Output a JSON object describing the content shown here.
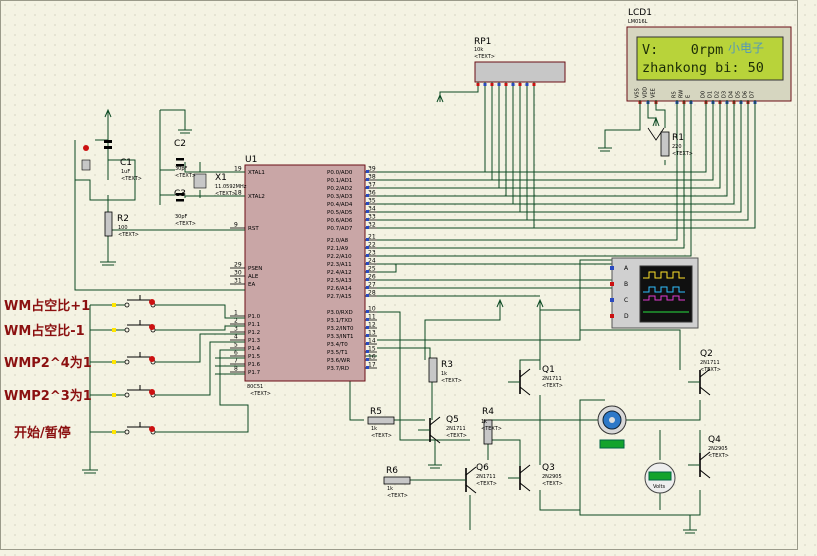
{
  "mcu": {
    "ref": "U1",
    "part": "80C51",
    "left_pins": [
      {
        "no": "19",
        "name": "XTAL1"
      },
      {
        "no": "18",
        "name": "XTAL2"
      },
      {
        "no": "9",
        "name": "RST"
      },
      {
        "no": "29",
        "name": "PSEN"
      },
      {
        "no": "30",
        "name": "ALE"
      },
      {
        "no": "31",
        "name": "EA"
      },
      {
        "no": "1",
        "name": "P1.0"
      },
      {
        "no": "2",
        "name": "P1.1"
      },
      {
        "no": "3",
        "name": "P1.2"
      },
      {
        "no": "4",
        "name": "P1.3"
      },
      {
        "no": "5",
        "name": "P1.4"
      },
      {
        "no": "6",
        "name": "P1.5"
      },
      {
        "no": "7",
        "name": "P1.6"
      },
      {
        "no": "8",
        "name": "P1.7"
      }
    ],
    "right_pins": [
      {
        "no": "39",
        "name": "P0.0/AD0"
      },
      {
        "no": "38",
        "name": "P0.1/AD1"
      },
      {
        "no": "37",
        "name": "P0.2/AD2"
      },
      {
        "no": "36",
        "name": "P0.3/AD3"
      },
      {
        "no": "35",
        "name": "P0.4/AD4"
      },
      {
        "no": "34",
        "name": "P0.5/AD5"
      },
      {
        "no": "33",
        "name": "P0.6/AD6"
      },
      {
        "no": "32",
        "name": "P0.7/AD7"
      },
      {
        "no": "21",
        "name": "P2.0/A8"
      },
      {
        "no": "22",
        "name": "P2.1/A9"
      },
      {
        "no": "23",
        "name": "P2.2/A10"
      },
      {
        "no": "24",
        "name": "P2.3/A11"
      },
      {
        "no": "25",
        "name": "P2.4/A12"
      },
      {
        "no": "26",
        "name": "P2.5/A13"
      },
      {
        "no": "27",
        "name": "P2.6/A14"
      },
      {
        "no": "28",
        "name": "P2.7/A15"
      },
      {
        "no": "10",
        "name": "P3.0/RXD"
      },
      {
        "no": "11",
        "name": "P3.1/TXD"
      },
      {
        "no": "12",
        "name": "P3.2/INT0"
      },
      {
        "no": "13",
        "name": "P3.3/INT1"
      },
      {
        "no": "14",
        "name": "P3.4/T0"
      },
      {
        "no": "15",
        "name": "P3.5/T1"
      },
      {
        "no": "16",
        "name": "P3.6/WR"
      },
      {
        "no": "17",
        "name": "P3.7/RD"
      }
    ]
  },
  "lcd": {
    "ref": "LCD1",
    "part": "LM016L",
    "line1": "V:    0rpm",
    "line2": "zhankong bi: 50",
    "watermark": "小电子",
    "pins": [
      "VSS",
      "VDD",
      "VEE",
      "RS",
      "RW",
      "E",
      "D0",
      "D1",
      "D2",
      "D3",
      "D4",
      "D5",
      "D6",
      "D7"
    ]
  },
  "rp1": {
    "ref": "RP1",
    "value": "10k",
    "text": "<TEXT>"
  },
  "components": [
    {
      "ref": "C1",
      "value": "1uF"
    },
    {
      "ref": "C2",
      "value": "30pF"
    },
    {
      "ref": "C3",
      "value": "30pF"
    },
    {
      "ref": "X1",
      "value": "11.0592MHz"
    },
    {
      "ref": "R1",
      "value": "220"
    },
    {
      "ref": "R2",
      "value": "100"
    },
    {
      "ref": "R3",
      "value": "1k"
    },
    {
      "ref": "R4",
      "value": "1k"
    },
    {
      "ref": "R5",
      "value": "1k"
    },
    {
      "ref": "R6",
      "value": "1k"
    },
    {
      "ref": "Q1",
      "value": "2N1711"
    },
    {
      "ref": "Q2",
      "value": "2N1711"
    },
    {
      "ref": "Q3",
      "value": "2N2905"
    },
    {
      "ref": "Q4",
      "value": "2N2905"
    },
    {
      "ref": "Q5",
      "value": "2N1711"
    },
    {
      "ref": "Q6",
      "value": "2N1711"
    }
  ],
  "text_tag": "<TEXT>",
  "scope_channels": [
    "A",
    "B",
    "C",
    "D"
  ],
  "meter_label": "Volts",
  "buttons": [
    {
      "label": "WM占空比+1"
    },
    {
      "label": "WM占空比-1"
    },
    {
      "label": "WMP2^4为1"
    },
    {
      "label": "WMP2^3为1"
    },
    {
      "label": "开始/暂停"
    }
  ],
  "colors": {
    "wire": "#0b4a22",
    "chip_fill": "#c9a6a6",
    "lcd_bg": "#b8d33a",
    "button_label": "#8b1010"
  }
}
